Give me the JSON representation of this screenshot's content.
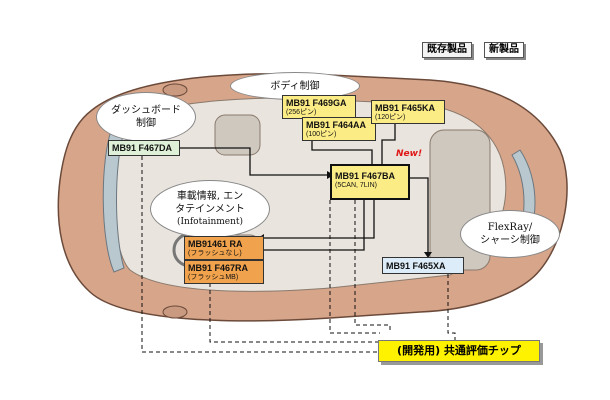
{
  "legend": {
    "existing": "既存製品",
    "new": "新製品"
  },
  "bubbles": {
    "dashboard": [
      "ダッシュボード",
      "制御"
    ],
    "body": [
      "ボディ制御"
    ],
    "infotainment": [
      "車載情報, エン",
      "タテインメント",
      "(Infotainment)"
    ],
    "flexray": [
      "FlexRay/",
      "シャーシ制御"
    ]
  },
  "chips": {
    "f467da": {
      "name": "MB91 F467DA"
    },
    "f469ga": {
      "name": "MB91 F469GA",
      "sub": "(256ピン)"
    },
    "f464aa": {
      "name": "MB91 F464AA",
      "sub": "(100ピン)"
    },
    "f465ka": {
      "name": "MB91 F465KA",
      "sub": "(120ピン)"
    },
    "f467ba": {
      "name": "MB91 F467BA",
      "sub": "(5CAN, 7LIN)"
    },
    "f465xa": {
      "name": "MB91 F465XA"
    },
    "f461ra": {
      "name": "MB91461 RA",
      "sub": "(フラッシュなし)"
    },
    "f467ra": {
      "name": "MB91 F467RA",
      "sub": "(フラッシュMB)"
    }
  },
  "new_tag": "New!",
  "eval_chip": "(開発用) 共通評価チップ",
  "colors": {
    "existing_green": "#dff0d8",
    "existing_blue": "#dcecf8",
    "new_yellow": "#fcec86",
    "new_orange": "#f0a24c",
    "eval_yellow": "#fff200",
    "new_tag_red": "#e01818"
  }
}
